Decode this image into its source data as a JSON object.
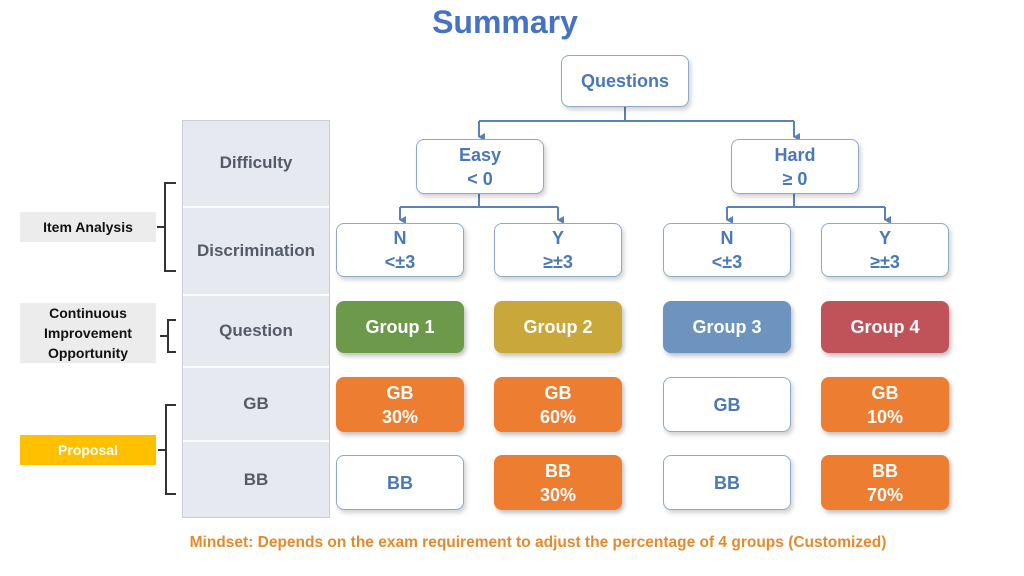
{
  "title": "Summary",
  "rows": [
    "Difficulty",
    "Discrimination",
    "Question",
    "GB",
    "BB"
  ],
  "tags": {
    "item_analysis": "Item Analysis",
    "continuous": "Continuous Improvement Opportunity",
    "proposal": "Proposal"
  },
  "tree": {
    "root": "Questions",
    "easy": {
      "label": "Easy",
      "cond": "< 0"
    },
    "hard": {
      "label": "Hard",
      "cond": "≥ 0"
    }
  },
  "groups": [
    {
      "disc": "N",
      "disc_cond": "<±3",
      "name": "Group 1",
      "color": "#6d9a4a",
      "gb": "GB",
      "gb_pct": "30%",
      "gb_filled": true,
      "bb": "BB",
      "bb_pct": "",
      "bb_filled": false
    },
    {
      "disc": "Y",
      "disc_cond": "≥±3",
      "name": "Group 2",
      "color": "#c9a73a",
      "gb": "GB",
      "gb_pct": "60%",
      "gb_filled": true,
      "bb": "BB",
      "bb_pct": "30%",
      "bb_filled": true
    },
    {
      "disc": "N",
      "disc_cond": "<±3",
      "name": "Group 3",
      "color": "#6d94be",
      "gb": "GB",
      "gb_pct": "",
      "gb_filled": false,
      "bb": "BB",
      "bb_pct": "",
      "bb_filled": false
    },
    {
      "disc": "Y",
      "disc_cond": "≥±3",
      "name": "Group 4",
      "color": "#c0525a",
      "gb": "GB",
      "gb_pct": "10%",
      "gb_filled": true,
      "bb": "BB",
      "bb_pct": "70%",
      "bb_filled": true
    }
  ],
  "colors": {
    "accent_orange": "#ed7d31",
    "outline_blue": "#8eaacb",
    "title_blue": "#4472c4"
  },
  "footer": "Mindset: Depends on the exam requirement to adjust the percentage of 4 groups (Customized)"
}
